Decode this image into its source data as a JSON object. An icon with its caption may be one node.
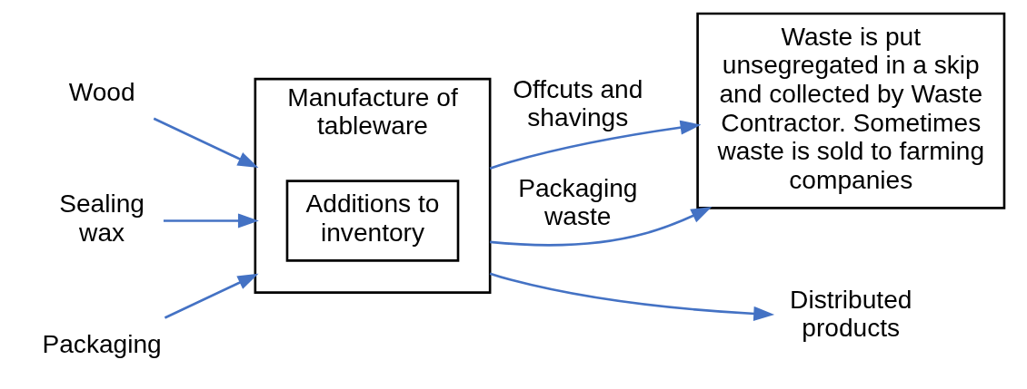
{
  "diagram": {
    "nodes": [
      {
        "text": [
          "Wood"
        ]
      },
      {
        "text": [
          "Sealing wax"
        ]
      },
      {
        "text": [
          "Packaging"
        ]
      },
      {
        "text": [
          "Manufacture of tableware"
        ]
      },
      {
        "text": [
          "Additions to inventory"
        ],
        "in": 3
      },
      {
        "text": [
          "Waste is put unsegregated in a skip and collected by Waste Contractor. Sometimes waste is sold to farming companies"
        ]
      },
      {
        "text": [
          "Distributed products"
        ]
      }
    ],
    "edges": [
      {
        "from": 0,
        "to": 3,
        "arrow": "to"
      },
      {
        "from": 1,
        "to": 3,
        "arrow": "to"
      },
      {
        "from": 2,
        "to": 3,
        "arrow": "to"
      },
      {
        "from": 3,
        "to": 5,
        "arrow": "to",
        "label": "Offcuts and shavings"
      },
      {
        "from": 3,
        "to": 5,
        "arrow": "to",
        "label": "Packaging waste"
      },
      {
        "from": 3,
        "to": 6,
        "arrow": "to"
      }
    ]
  }
}
